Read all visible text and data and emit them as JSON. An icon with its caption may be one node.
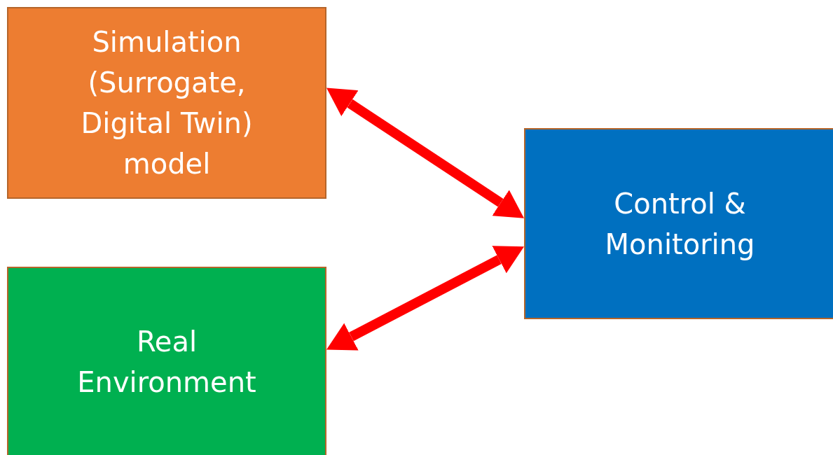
{
  "diagram": {
    "nodes": [
      {
        "text": [
          "Simulation (Surrogate, Digital Twin) model"
        ]
      },
      {
        "text": [
          "Real Environment"
        ]
      },
      {
        "text": [
          "Control & Monitoring"
        ]
      }
    ],
    "edges": [
      {
        "from": 0,
        "to": 2,
        "arrow": "both"
      },
      {
        "from": 2,
        "to": 1,
        "arrow": "both"
      }
    ]
  }
}
